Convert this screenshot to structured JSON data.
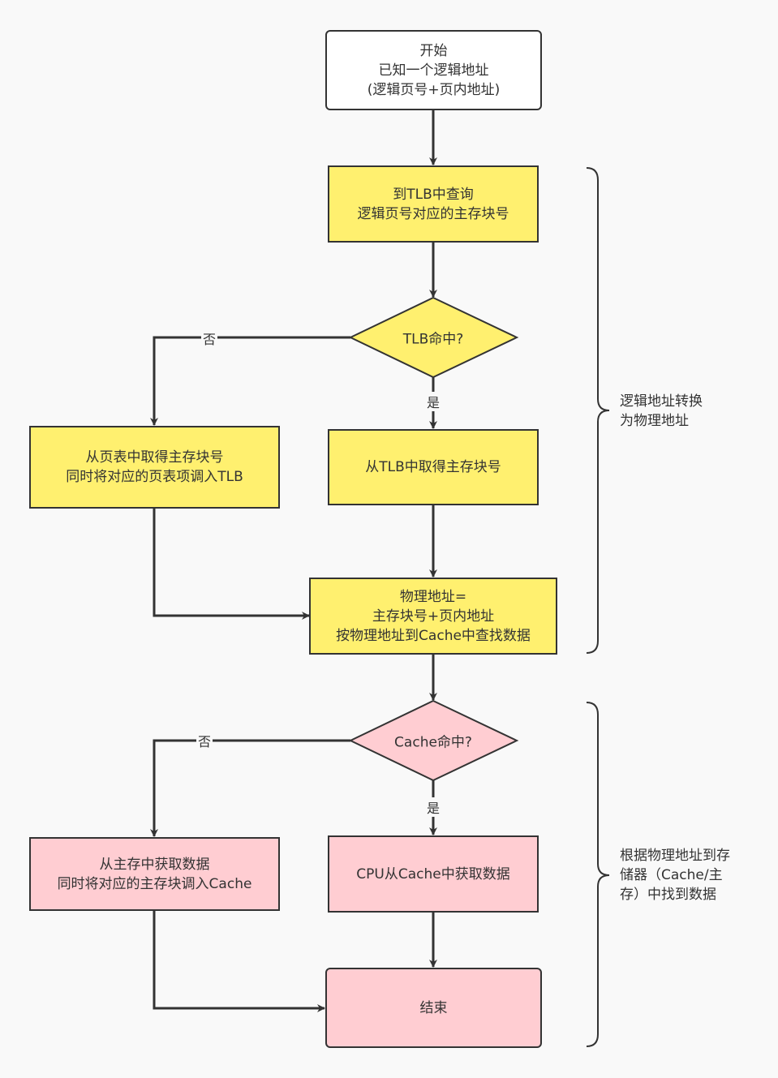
{
  "nodes": {
    "start": [
      "开始",
      "已知一个逻辑地址",
      "(逻辑页号+页内地址)"
    ],
    "query_tlb": [
      "到TLB中查询",
      "逻辑页号对应的主存块号"
    ],
    "tlb_hit": "TLB命中?",
    "from_page_table": [
      "从页表中取得主存块号",
      "同时将对应的页表项调入TLB"
    ],
    "from_tlb": "从TLB中取得主存块号",
    "physical_address": [
      "物理地址=",
      "主存块号+页内地址",
      "按物理地址到Cache中查找数据"
    ],
    "cache_hit": "Cache命中?",
    "from_memory": [
      "从主存中获取数据",
      "同时将对应的主存块调入Cache"
    ],
    "from_cache": "CPU从Cache中获取数据",
    "end": "结束"
  },
  "edge_labels": {
    "tlb_no": "否",
    "tlb_yes": "是",
    "cache_no": "否",
    "cache_yes": "是"
  },
  "notes": {
    "translate": [
      "逻辑地址转换",
      "为物理地址"
    ],
    "fetch": [
      "根据物理地址到存",
      "储器（Cache/主",
      "存）中找到数据"
    ]
  }
}
